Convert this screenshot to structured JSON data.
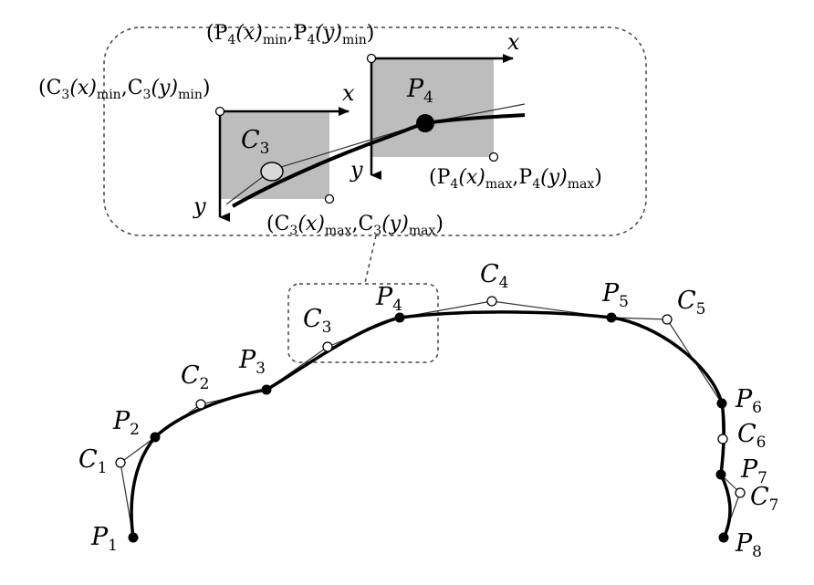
{
  "inset": {
    "c3_min": {
      "pre": "(C",
      "idx": "3",
      "a": "(x)",
      "amin": "min",
      "mid": ",C",
      "idx2": "3",
      "b": "(y)",
      "bmin": "min",
      "post": ")"
    },
    "c3_max": {
      "pre": "(C",
      "idx": "3",
      "a": "(x)",
      "amin": "max",
      "mid": ",C",
      "idx2": "3",
      "b": "(y)",
      "bmin": "max",
      "post": ")"
    },
    "p4_min": {
      "pre": "(P",
      "idx": "4",
      "a": "(x)",
      "amin": "min",
      "mid": ",P",
      "idx2": "4",
      "b": "(y)",
      "bmin": "min",
      "post": ")"
    },
    "p4_max": {
      "pre": "(P",
      "idx": "4",
      "a": "(x)",
      "amin": "max",
      "mid": ",P",
      "idx2": "4",
      "b": "(y)",
      "bmin": "max",
      "post": ")"
    },
    "axis_x": "x",
    "axis_y": "y",
    "c3_label": {
      "main": "C",
      "sub": "3"
    },
    "p4_label": {
      "main": "P",
      "sub": "4"
    }
  },
  "points": {
    "P1": {
      "main": "P",
      "sub": "1"
    },
    "P2": {
      "main": "P",
      "sub": "2"
    },
    "P3": {
      "main": "P",
      "sub": "3"
    },
    "P4": {
      "main": "P",
      "sub": "4"
    },
    "P5": {
      "main": "P",
      "sub": "5"
    },
    "P6": {
      "main": "P",
      "sub": "6"
    },
    "P7": {
      "main": "P",
      "sub": "7"
    },
    "P8": {
      "main": "P",
      "sub": "8"
    },
    "C1": {
      "main": "C",
      "sub": "1"
    },
    "C2": {
      "main": "C",
      "sub": "2"
    },
    "C3": {
      "main": "C",
      "sub": "3"
    },
    "C4": {
      "main": "C",
      "sub": "4"
    },
    "C5": {
      "main": "C",
      "sub": "5"
    },
    "C6": {
      "main": "C",
      "sub": "6"
    },
    "C7": {
      "main": "C",
      "sub": "7"
    }
  }
}
